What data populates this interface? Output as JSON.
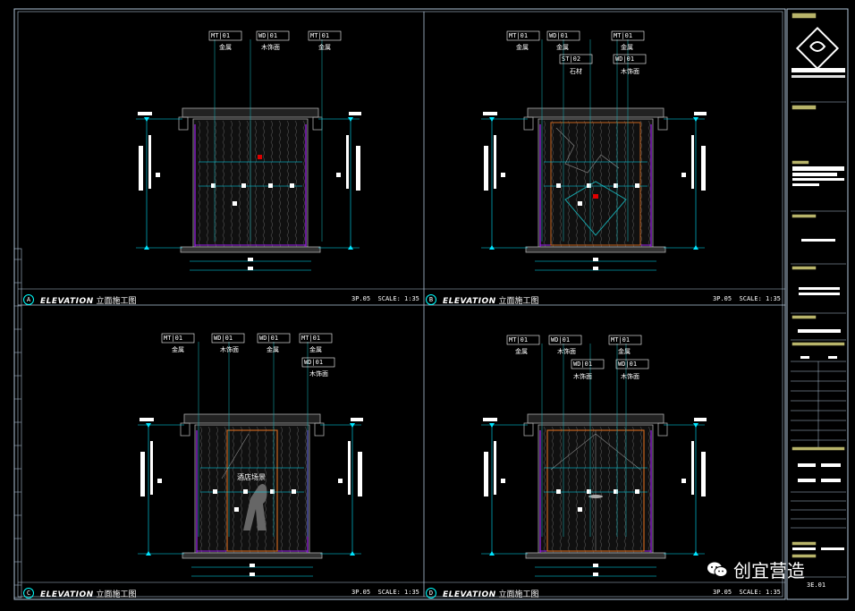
{
  "panels": [
    {
      "id": "A",
      "title": "ELEVATION",
      "subtitle": "立面施工图",
      "sheet": "3P.05",
      "scale": "SCALE: 1:35"
    },
    {
      "id": "B",
      "title": "ELEVATION",
      "subtitle": "立面施工图",
      "sheet": "3P.05",
      "scale": "SCALE: 1:35"
    },
    {
      "id": "C",
      "title": "ELEVATION",
      "subtitle": "立面施工图",
      "sheet": "3P.05",
      "scale": "SCALE: 1:35"
    },
    {
      "id": "D",
      "title": "ELEVATION",
      "subtitle": "立面施工图",
      "sheet": "3P.05",
      "scale": "SCALE: 1:35"
    }
  ],
  "tags": {
    "A": [
      [
        "MT",
        "01"
      ],
      [
        "WD",
        "01"
      ],
      [
        "MT",
        "01"
      ]
    ],
    "B": [
      [
        "MT",
        "01"
      ],
      [
        "WD",
        "01"
      ],
      [
        "MT",
        "01"
      ],
      [
        "ST",
        "02"
      ],
      [
        "WD",
        "01"
      ]
    ],
    "C": [
      [
        "MT",
        "01"
      ],
      [
        "WD",
        "01"
      ],
      [
        "WD",
        "01"
      ],
      [
        "MT",
        "01"
      ],
      [
        "WD",
        "01"
      ]
    ],
    "D": [
      [
        "MT",
        "01"
      ],
      [
        "WD",
        "01"
      ],
      [
        "MT",
        "01"
      ],
      [
        "WD",
        "01"
      ],
      [
        "WD",
        "01"
      ]
    ]
  },
  "material_labels": {
    "A": [
      "金属",
      "木饰面",
      "金属"
    ],
    "B": [
      "金属",
      "金属",
      "金属",
      "石材",
      "木饰面"
    ],
    "C": [
      "金属",
      "木饰面",
      "金属",
      "金属",
      "木饰面"
    ],
    "D": [
      "金属",
      "木饰面",
      "金属",
      "木饰面",
      "木饰面"
    ]
  },
  "annotation_c": "酒店场景",
  "titleblock": {
    "sheet_no": "3E.01"
  },
  "watermark": "创宜营造",
  "colors": {
    "frame": "#b0c4d8",
    "cyan": "#00e5ff",
    "teal": "#17a3a8",
    "olive": "#b8b46a",
    "purple": "#a020f0",
    "orange": "#c8641e",
    "grey": "#aaaaaa"
  }
}
